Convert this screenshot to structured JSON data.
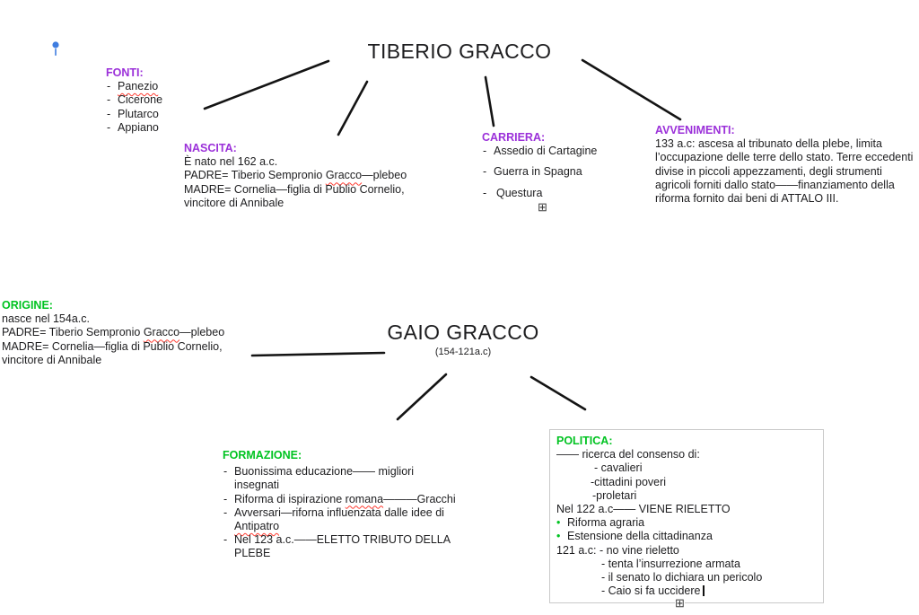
{
  "colors": {
    "purple": "#9b30d9",
    "green": "#00c321",
    "squiggle": "#ff3b30",
    "text": "#1d1d1f",
    "line": "#141414",
    "border": "#c9c9c9",
    "pin": "#3f7de0"
  },
  "icons": {
    "expand": "⊞"
  },
  "tiberio": {
    "title": "TIBERIO GRACCO",
    "fonti": {
      "label": "FONTI:",
      "items": [
        "Panezio",
        "Cicerone",
        "Plutarco",
        "Appiano"
      ]
    },
    "nascita": {
      "label": "NASCITA:",
      "line1": "È nato nel 162 a.c.",
      "line2_pre": "PADRE= Tiberio Sempronio ",
      "line2_word": "Gracco",
      "line2_post": "—plebeo",
      "line3": "MADRE= Cornelia—figlia di Publio Cornelio,",
      "line4": "vincitore di Annibale"
    },
    "carriera": {
      "label": "CARRIERA:",
      "items": [
        "Assedio di Cartagine",
        "Guerra in Spagna",
        "Questura"
      ]
    },
    "avvenimenti": {
      "label": "AVVENIMENTI:",
      "text": "133 a.c: ascesa al tribunato della plebe, limita l’occupazione delle terre dello stato. Terre eccedenti divise in piccoli appezzamenti, degli strumenti agricoli forniti dallo stato——finanziamento della riforma fornito dai beni di ATTALO III."
    }
  },
  "gaio": {
    "title": "GAIO GRACCO",
    "subtitle": "(154-121a.c)",
    "origine": {
      "label": "ORIGINE:",
      "line1": "nasce nel 154a.c.",
      "line2_pre": "PADRE= Tiberio Sempronio ",
      "line2_word": "Gracco",
      "line2_post": "—plebeo",
      "line3": "MADRE= Cornelia—figlia di Publio Cornelio,",
      "line4": "vincitore di Annibale"
    },
    "formazione": {
      "label": "FORMAZIONE:",
      "item1": "Buonissima educazione—— migliori insegnati",
      "item2_pre": "Riforma di ispirazione ",
      "item2_word": "romana",
      "item2_post": "———Gracchi",
      "item3_pre": "Avversari—riforna influenzata dalle idee di ",
      "item3_word": "Antipatro",
      "item4": "Nel 123 a.c.——ELETTO TRIBUTO DELLA PLEBE"
    },
    "politica": {
      "label": "POLITICA:",
      "line1": "—— ricerca del consenso di:",
      "sub1": "- cavalieri",
      "sub2": "-cittadini poveri",
      "sub3": "-proletari",
      "line2": "Nel 122 a.c—— VIENE RIELETTO",
      "bullet1": "Riforma agraria",
      "bullet2": "Estensione della cittadinanza",
      "line3": "121 a.c: - no vine rieletto",
      "sub4": "- tenta l’insurrezione armata",
      "sub5": "- il senato lo dichiara un pericolo",
      "sub6": "- Caio si fa uccidere"
    }
  }
}
